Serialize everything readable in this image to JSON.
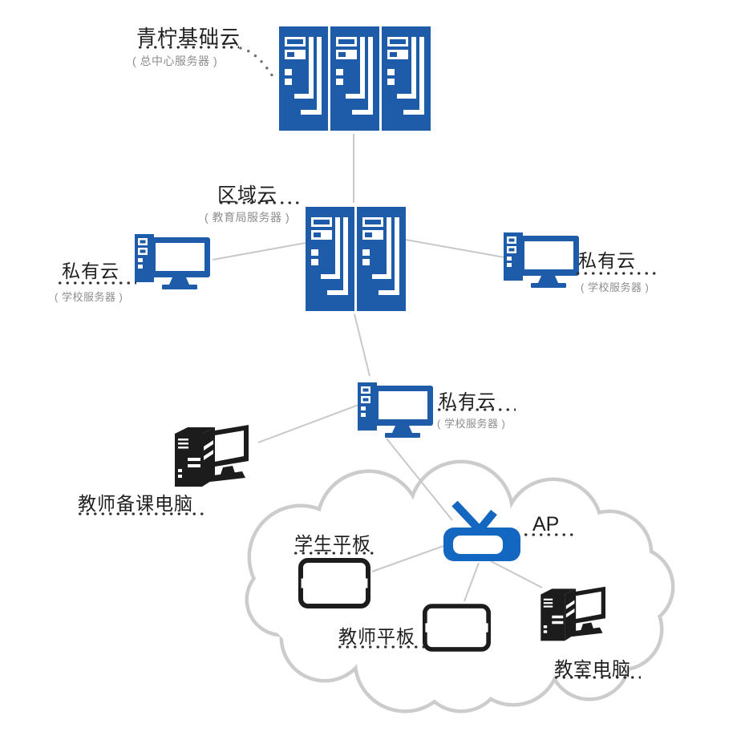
{
  "diagram": {
    "nodes": {
      "base_cloud": {
        "label": "青柠基础云",
        "sublabel": "( 总中心服务器 )",
        "icon": "server-rack-x3"
      },
      "region_cloud": {
        "label": "区域云",
        "sublabel": "( 教育局服务器 )",
        "icon": "server-rack-x2"
      },
      "private_cloud_left": {
        "label": "私有云",
        "sublabel": "( 学校服务器 )",
        "icon": "desktop-blue"
      },
      "private_cloud_right": {
        "label": "私有云",
        "sublabel": "( 学校服务器 )",
        "icon": "desktop-blue"
      },
      "private_cloud_school": {
        "label": "私有云",
        "sublabel": "( 学校服务器 )",
        "icon": "desktop-blue"
      },
      "teacher_prep_pc": {
        "label": "教师备课电脑",
        "icon": "desktop-black-iso"
      },
      "ap": {
        "label": "AP",
        "icon": "wireless-access-point"
      },
      "student_tablet": {
        "label": "学生平板",
        "icon": "tablet"
      },
      "teacher_tablet": {
        "label": "教师平板",
        "icon": "tablet"
      },
      "classroom_pc": {
        "label": "教室电脑",
        "icon": "desktop-black-iso"
      }
    },
    "connections": [
      {
        "from": "base_cloud",
        "to": "region_cloud"
      },
      {
        "from": "region_cloud",
        "to": "private_cloud_left"
      },
      {
        "from": "region_cloud",
        "to": "private_cloud_right"
      },
      {
        "from": "region_cloud",
        "to": "private_cloud_school"
      },
      {
        "from": "teacher_prep_pc",
        "to": "private_cloud_school"
      },
      {
        "from": "private_cloud_school",
        "to": "ap"
      },
      {
        "from": "ap",
        "to": "student_tablet"
      },
      {
        "from": "ap",
        "to": "teacher_tablet"
      },
      {
        "from": "ap",
        "to": "classroom_pc"
      }
    ],
    "group_shape": "cloud-outline-around-classroom-devices"
  },
  "colors": {
    "server_blue": "#1e5ba8",
    "ap_blue": "#1467c0",
    "icon_black": "#1c1c1c",
    "line_gray": "#c8c8c8",
    "cloud_gray": "#cccccc",
    "dot_color": "#2e2e2e",
    "curve_dot_gray": "#6f6f6f",
    "label_dark": "#1f1f1f",
    "sublabel_gray": "#8d8d8d"
  }
}
